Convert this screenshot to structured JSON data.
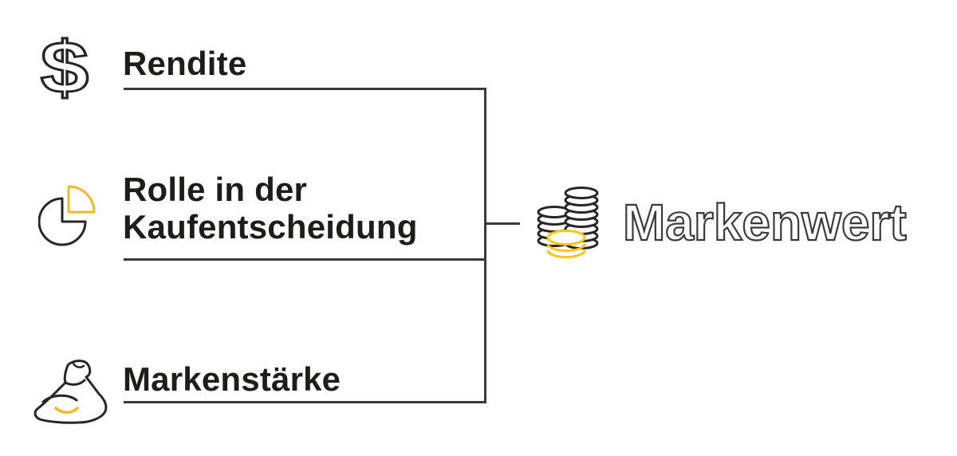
{
  "diagram": {
    "factors": [
      {
        "id": "rendite",
        "label": "Rendite",
        "icon": "dollar-icon"
      },
      {
        "id": "rolle",
        "label": "Rolle in der\nKaufentscheidung",
        "icon": "pie-chart-icon"
      },
      {
        "id": "markenstaerke",
        "label": "Markenstärke",
        "icon": "muscle-icon"
      }
    ],
    "result": {
      "label": "Markenwert",
      "icon": "coins-stack-icon"
    }
  },
  "icons": {
    "dollar_glyph": "$"
  },
  "colors": {
    "ink": "#1d1d1b",
    "line": "#3a3a39",
    "icon_stroke": "#262625",
    "accent_yellow": "#f0b929",
    "coin_yellow": "#ffc40c",
    "background": "#ffffff"
  }
}
